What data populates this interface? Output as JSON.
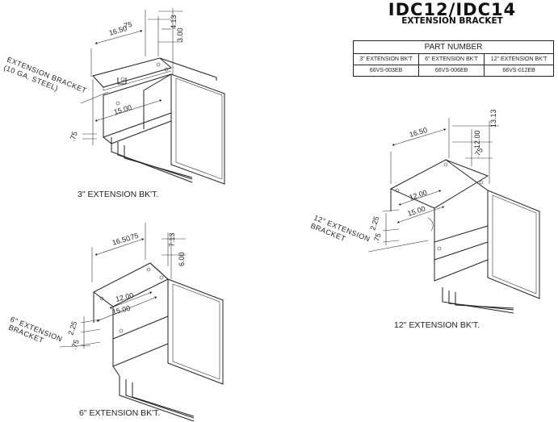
{
  "header": {
    "title": "IDC12/IDC14",
    "subtitle": "EXTENSION BRACKET"
  },
  "part_table": {
    "heading": "PART NUMBER",
    "columns": [
      "3\" EXTENSION BK'T",
      "6\" EXTENSION BK'T",
      "12\" EXTENSION BK'T"
    ],
    "values": [
      "66VS-003EB",
      "66VS-006EB",
      "66VS-012EB"
    ]
  },
  "views": {
    "three_inch": {
      "caption": "3\" EXTENSION BK'T.",
      "callout_line1": "EXTENSION BRACKET",
      "callout_line2": "(10 GA. STEEL)",
      "dims": [
        "16.50",
        ".75",
        "4.13",
        "3.00",
        "15.00",
        ".75"
      ]
    },
    "six_inch": {
      "caption": "6\" EXTENSION BK'T.",
      "callout_line1": "6\" EXTENSION",
      "callout_line2": "BRACKET",
      "dims": [
        "16.50",
        ".75",
        "7.13",
        "6.00",
        "12.00",
        "15.00",
        "2.25",
        ".75"
      ]
    },
    "twelve_inch": {
      "caption": "12\" EXTENSION BK'T.",
      "callout_line1": "12\" EXTENSION",
      "callout_line2": "BRACKET",
      "dims": [
        "16.50",
        "13.13",
        "12.00",
        ".75",
        "12.00",
        "15.00",
        "2.25",
        ".75"
      ]
    }
  }
}
